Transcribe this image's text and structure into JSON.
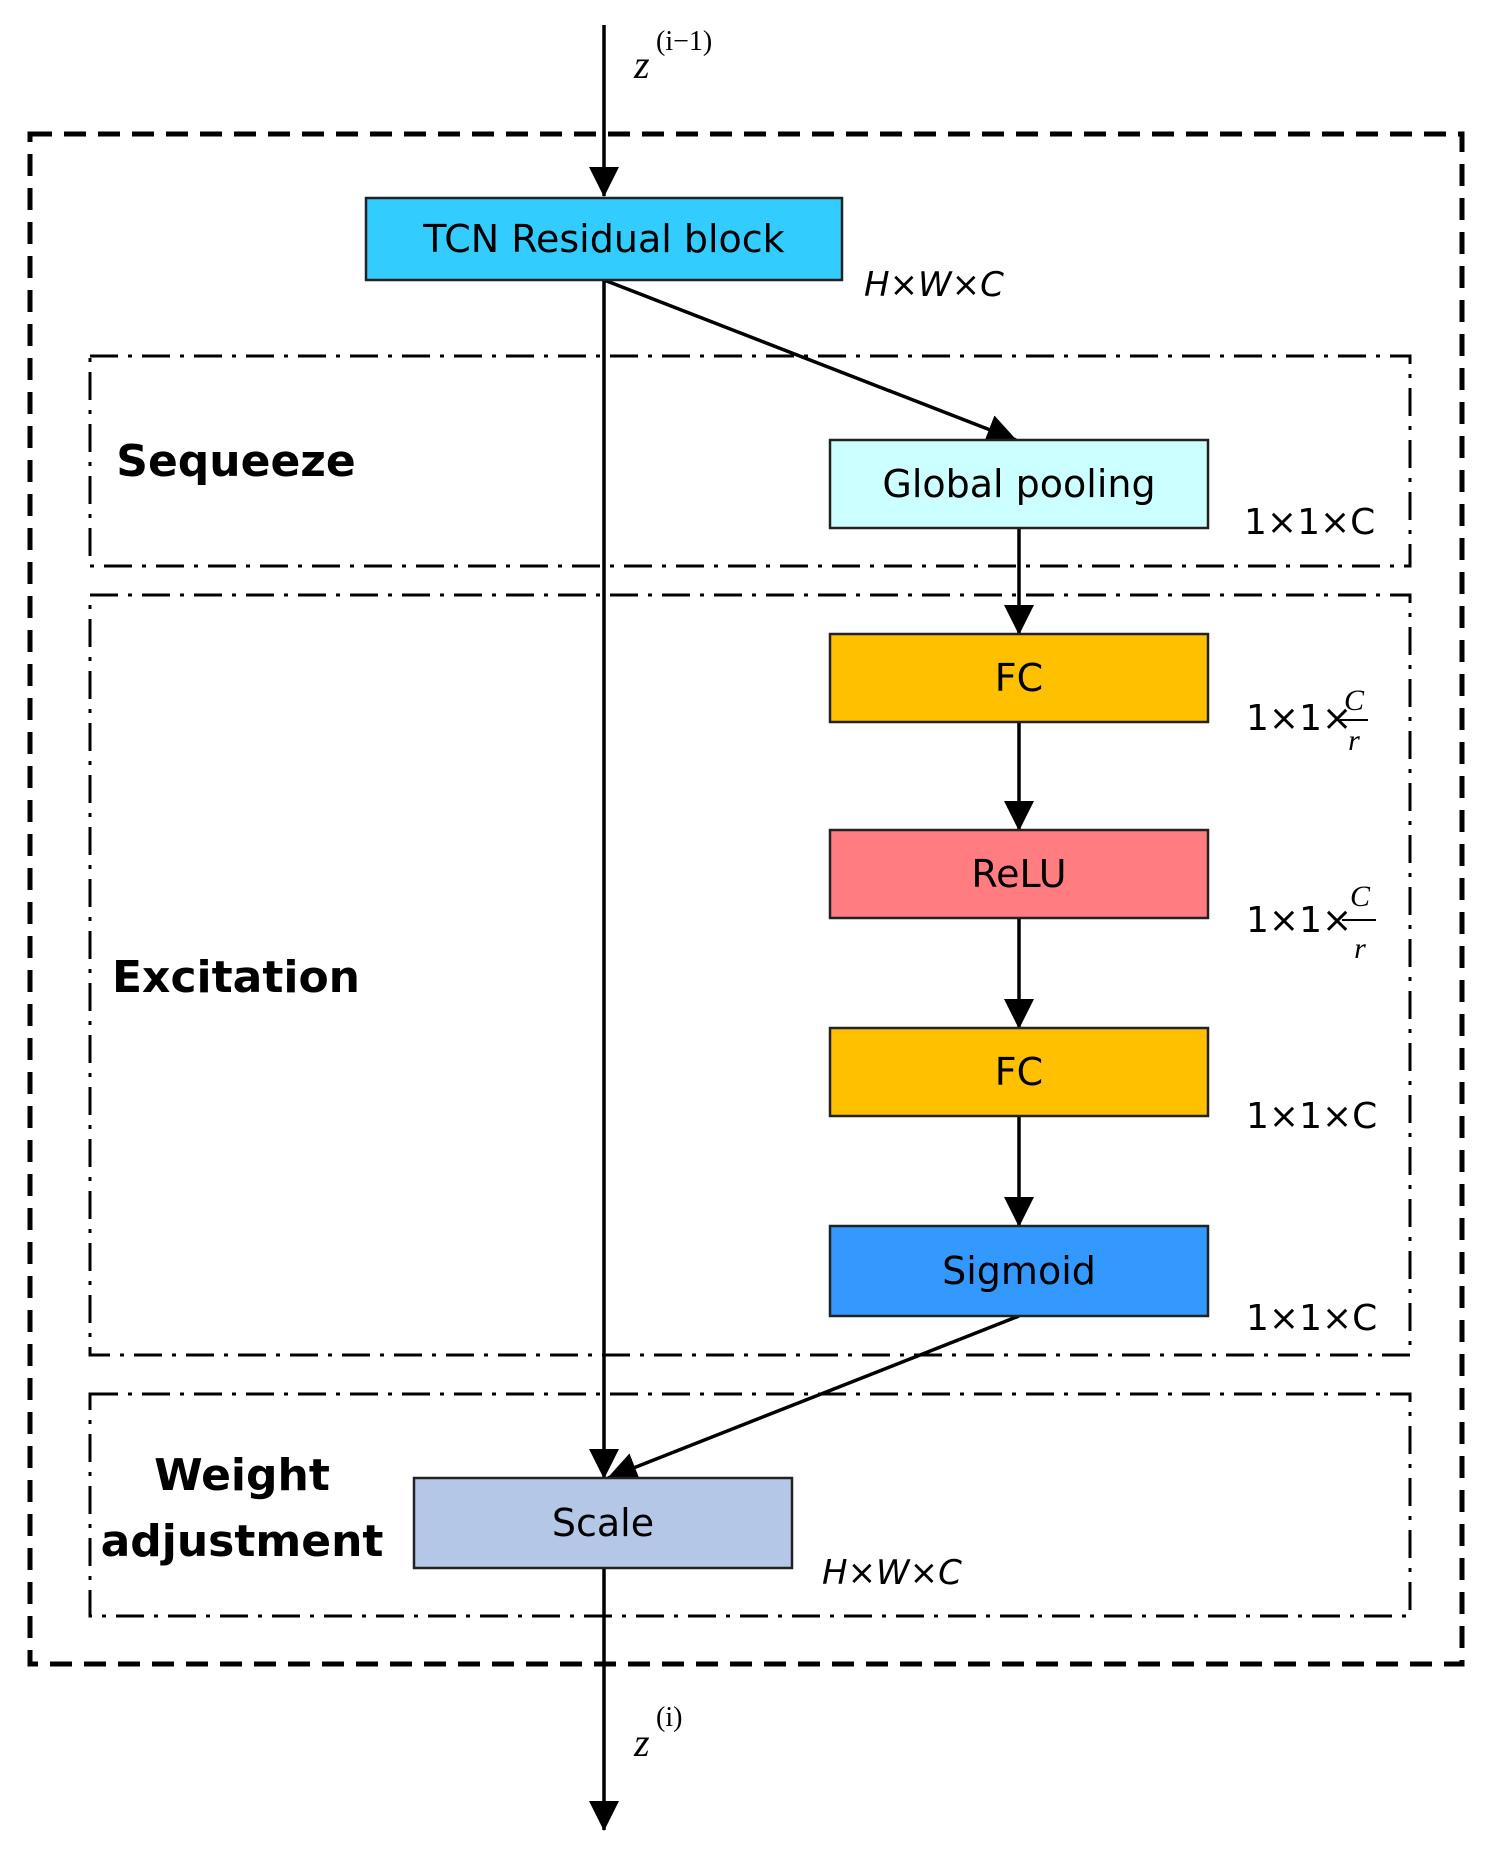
{
  "input_label": {
    "base": "z",
    "sup": "(i−1)"
  },
  "output_label": {
    "base": "z",
    "sup": "(i)"
  },
  "sections": {
    "squeeze": "Sequeeze",
    "excitation": "Excitation",
    "weight_line1": "Weight",
    "weight_line2": "adjustment"
  },
  "nodes": {
    "tcn": "TCN Residual block",
    "global_pooling": "Global pooling",
    "fc1": "FC",
    "relu": "ReLU",
    "fc2": "FC",
    "sigmoid": "Sigmoid",
    "scale": "Scale"
  },
  "dims": {
    "tcn": "H×W×C",
    "global_pooling": "1×1×C",
    "fc1_prefix": "1×1×",
    "relu_prefix": "1×1×",
    "frac_num": "C",
    "frac_den": "r",
    "fc2": "1×1×C",
    "sigmoid": "1×1×C",
    "scale": "H×W×C"
  },
  "colors": {
    "tcn": "#33CCFF",
    "global_pooling": "#CCFFFF",
    "fc": "#FFC000",
    "relu": "#FF7C80",
    "sigmoid": "#3399FF",
    "scale": "#B4C7E7"
  }
}
